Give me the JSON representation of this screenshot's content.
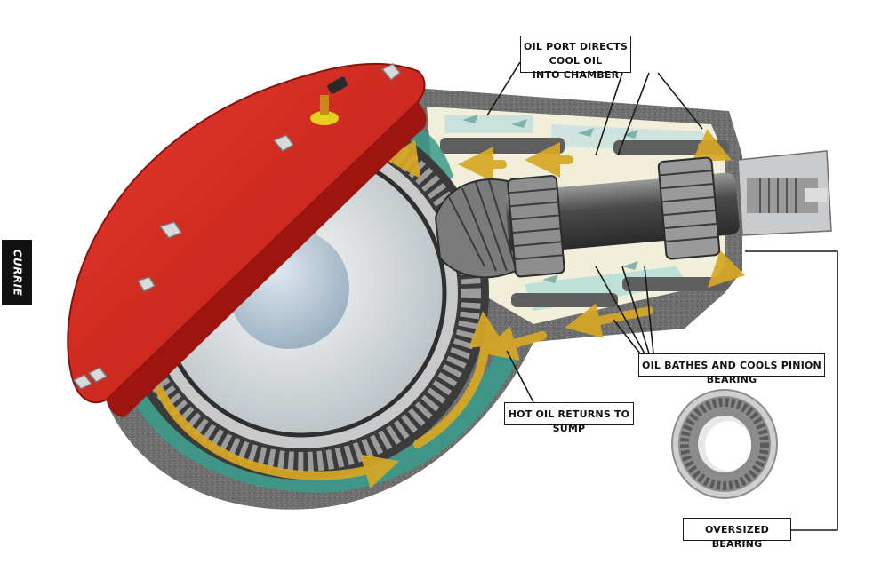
{
  "brand": {
    "logo_text": "CURRIE"
  },
  "callouts": {
    "oil_port": {
      "line1": "OIL PORT DIRECTS COOL OIL",
      "line2": "INTO CHAMBER"
    },
    "oil_bathes": "OIL BATHES AND COOLS PINION BEARING",
    "hot_oil": "HOT OIL RETURNS TO SUMP",
    "oversized": "OVERSIZED BEARING"
  },
  "colors": {
    "cover_red": "#d42a22",
    "housing_gray": "#6b6b6b",
    "oil_teal": "#3a9a8a",
    "arrow_gold": "#d8a824",
    "chamber_cream": "#f1eed9"
  }
}
